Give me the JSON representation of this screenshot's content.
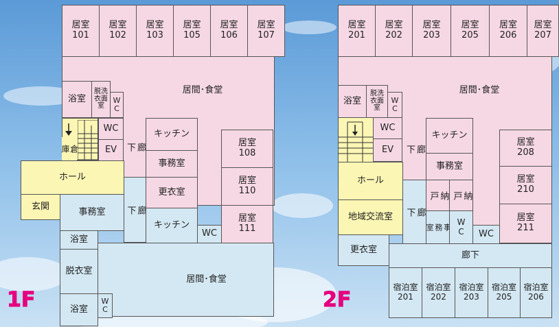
{
  "colors": {
    "residential": "#f6d8e4",
    "common": "#d4e8f3",
    "entrance": "#fbf6b4",
    "floor_label": "#e5007f"
  },
  "floor1": {
    "label": "1F",
    "rooms_top": [
      {
        "name": "居室",
        "num": "101"
      },
      {
        "name": "居室",
        "num": "102"
      },
      {
        "name": "居室",
        "num": "103"
      },
      {
        "name": "居室",
        "num": "105"
      },
      {
        "name": "居室",
        "num": "106"
      },
      {
        "name": "居室",
        "num": "107"
      }
    ],
    "living_dining": "居間･食堂",
    "bath": "浴室",
    "dressing": "脱洗\n衣面\n室",
    "wc_v": "W\nC",
    "wc": "WC",
    "storage": "倉\n庫",
    "ev": "EV",
    "corridor": "廊\n下",
    "kitchen": "キッチン",
    "office": "事務室",
    "changing": "更衣室",
    "room108": {
      "name": "居室",
      "num": "108"
    },
    "room110": {
      "name": "居室",
      "num": "110"
    },
    "room111": {
      "name": "居室",
      "num": "111"
    },
    "hall": "ホール",
    "entrance": "玄関",
    "office_lower": "事務室",
    "corridor_lower": "廊\n下",
    "kitchen_lower": "キッチン",
    "wc_lower": "WC",
    "bath_lower": "浴室",
    "wc_lower2": "WC",
    "dressing_lower": "脱衣室",
    "living_dining_lower": "居間･食堂",
    "bath_bottom": "浴室",
    "wc_bottom": "W\nC"
  },
  "floor2": {
    "label": "2F",
    "rooms_top": [
      {
        "name": "居室",
        "num": "201"
      },
      {
        "name": "居室",
        "num": "202"
      },
      {
        "name": "居室",
        "num": "203"
      },
      {
        "name": "居室",
        "num": "205"
      },
      {
        "name": "居室",
        "num": "206"
      },
      {
        "name": "居室",
        "num": "207"
      }
    ],
    "living_dining": "居間･食堂",
    "bath": "浴室",
    "dressing": "脱洗\n衣面\n室",
    "wc_v": "W\nC",
    "wc": "WC",
    "ev": "EV",
    "corridor": "廊\n下",
    "kitchen": "キッチン",
    "office": "事務室",
    "room208": {
      "name": "居室",
      "num": "208"
    },
    "room210": {
      "name": "居室",
      "num": "210"
    },
    "room211": {
      "name": "居室",
      "num": "211"
    },
    "hall": "ホール",
    "storage_a": "納\n戸",
    "storage_b": "納\n戸",
    "community": "地域交流室",
    "corridor_mid": "廊\n下",
    "office_v": "事\n務\n室",
    "wc_mid_v": "W\nC",
    "wc_mid": "WC",
    "changing": "更衣室",
    "corridor_bottom": "廊下",
    "guest_rooms": [
      {
        "name": "宿泊室",
        "num": "201"
      },
      {
        "name": "宿泊室",
        "num": "202"
      },
      {
        "name": "宿泊室",
        "num": "203"
      },
      {
        "name": "宿泊室",
        "num": "205"
      },
      {
        "name": "宿泊室",
        "num": "206"
      }
    ]
  }
}
